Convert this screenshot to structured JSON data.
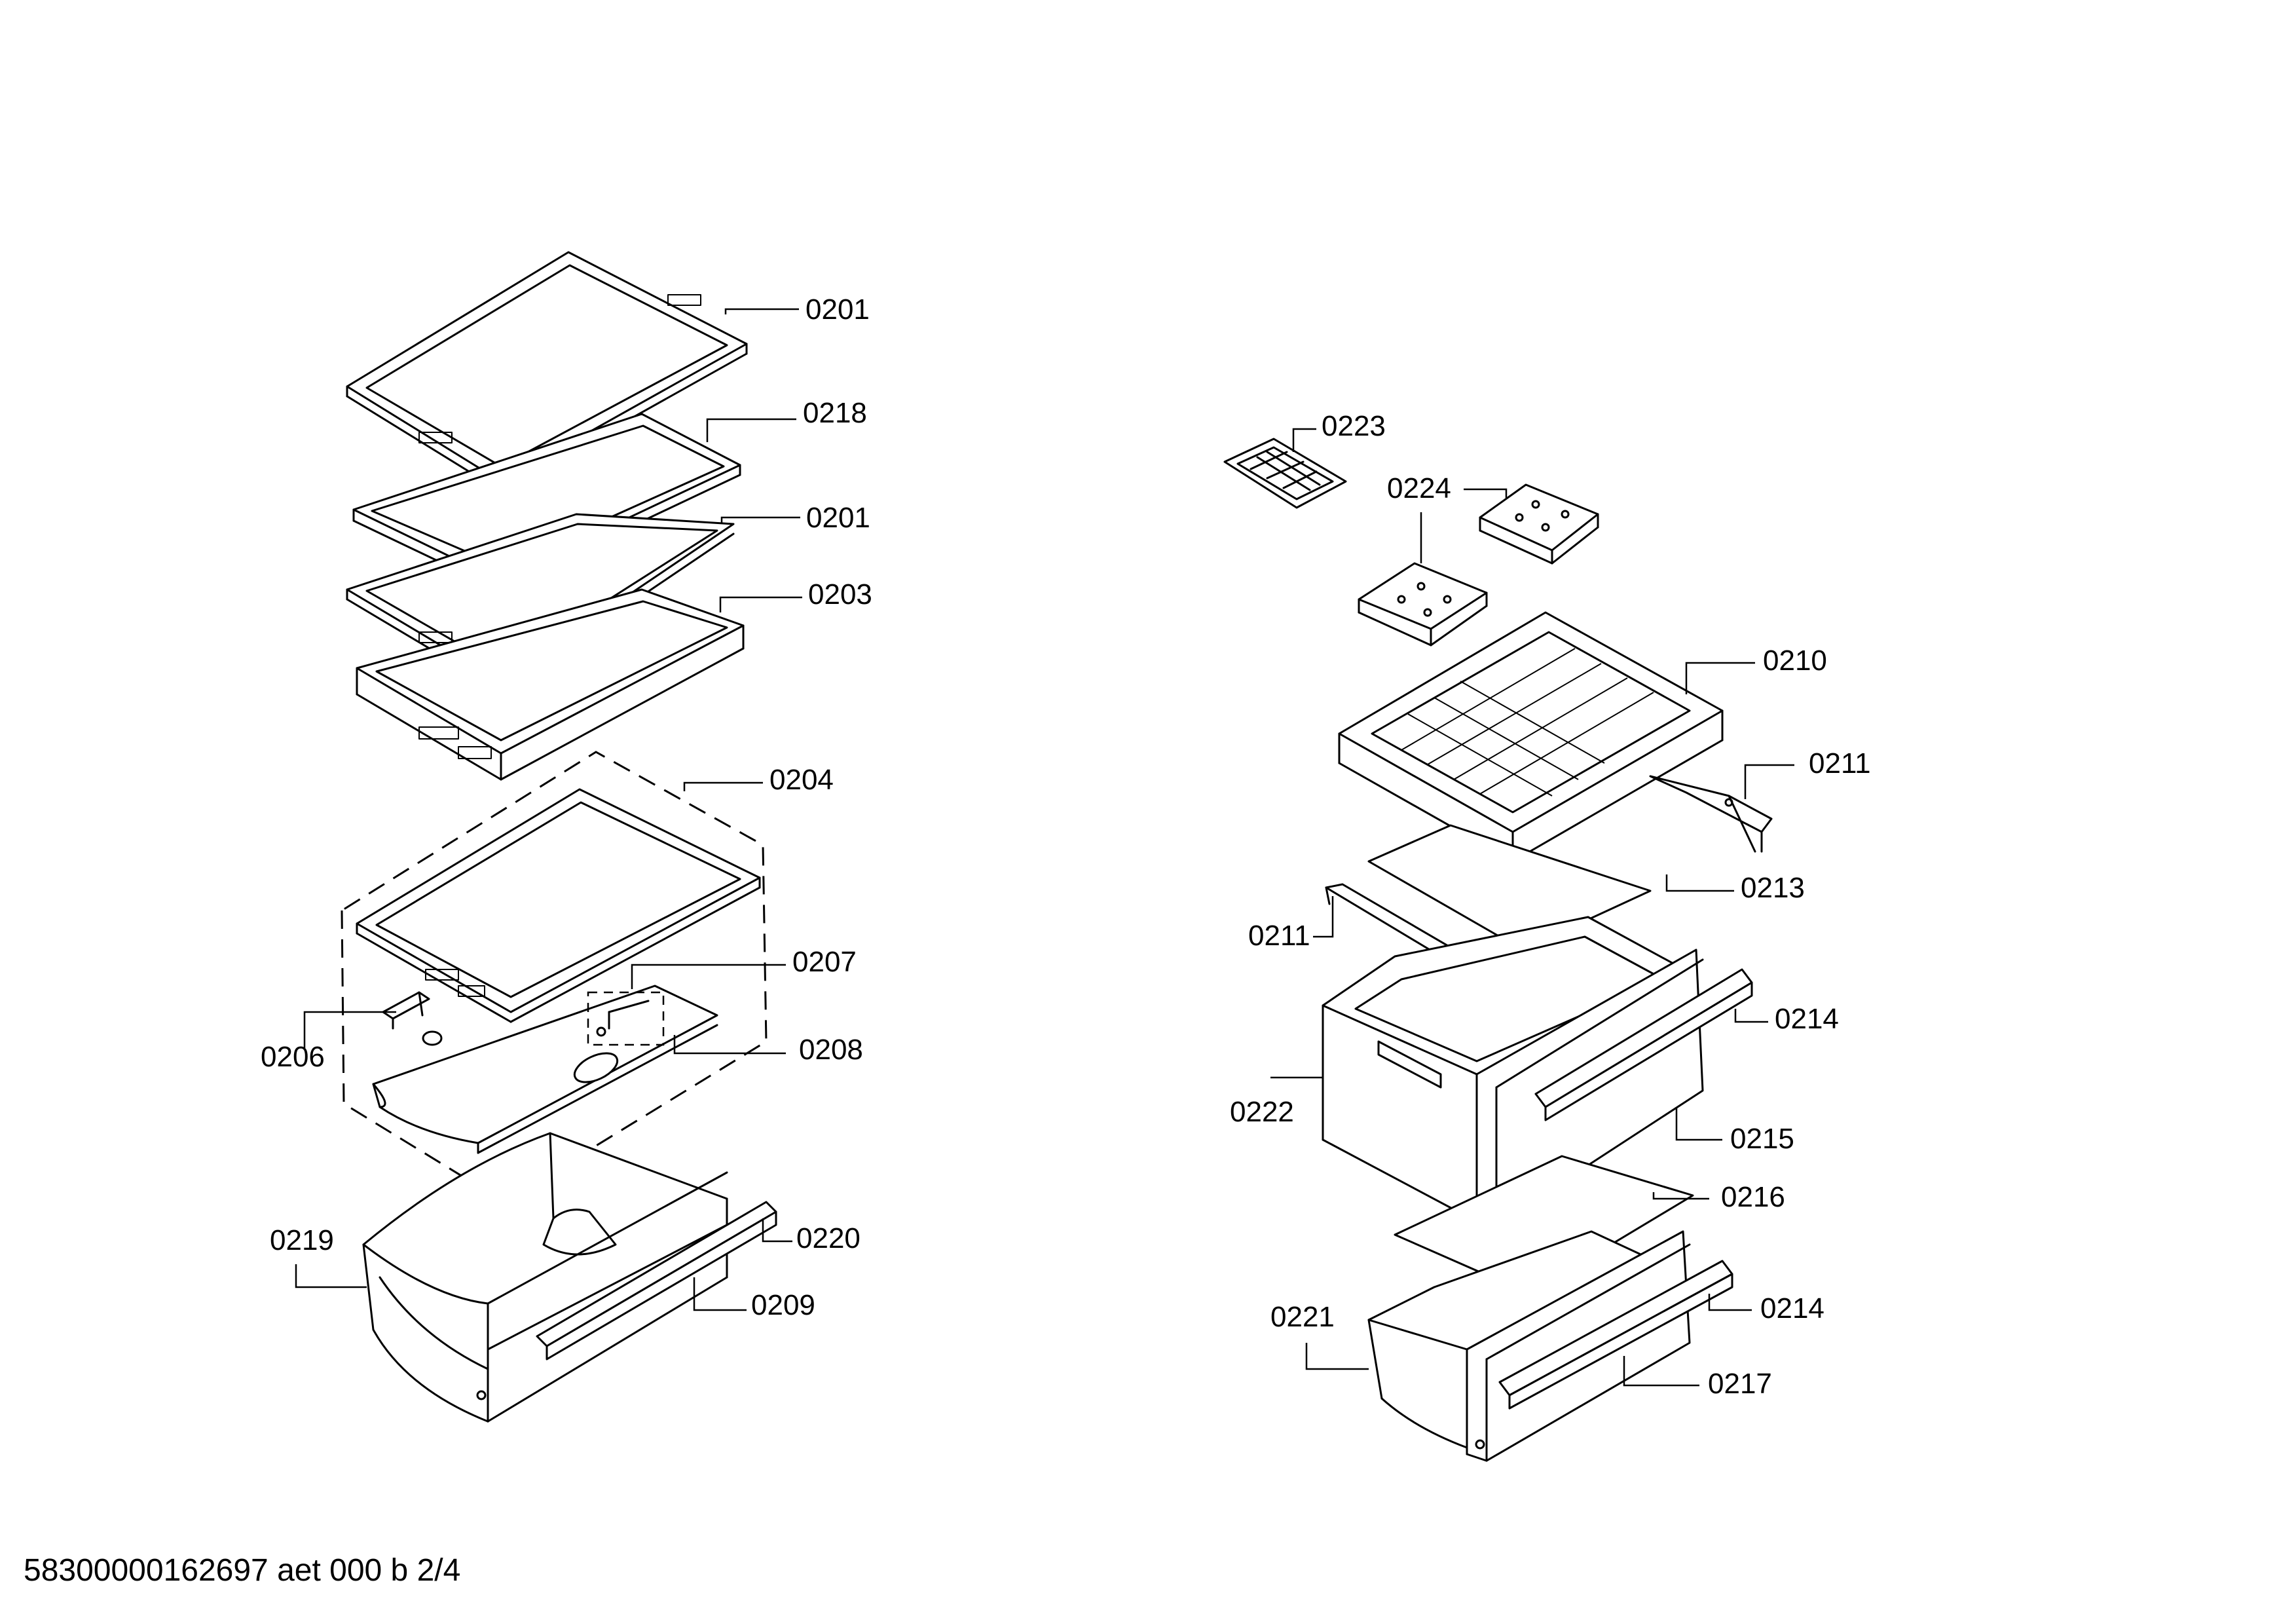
{
  "diagram": {
    "labels": {
      "p0201_a": "0201",
      "p0218": "0218",
      "p0201_b": "0201",
      "p0203": "0203",
      "p0204": "0204",
      "p0207": "0207",
      "p0206": "0206",
      "p0208": "0208",
      "p0219": "0219",
      "p0220": "0220",
      "p0209": "0209",
      "p0223": "0223",
      "p0224": "0224",
      "p0210": "0210",
      "p0211_a": "0211",
      "p0213": "0213",
      "p0211_b": "0211",
      "p0214_a": "0214",
      "p0222": "0222",
      "p0215": "0215",
      "p0216": "0216",
      "p0221": "0221",
      "p0214_b": "0214",
      "p0217": "0217"
    }
  },
  "footer": {
    "doc_id": "58300000162697 aet 000 b 2/4"
  }
}
